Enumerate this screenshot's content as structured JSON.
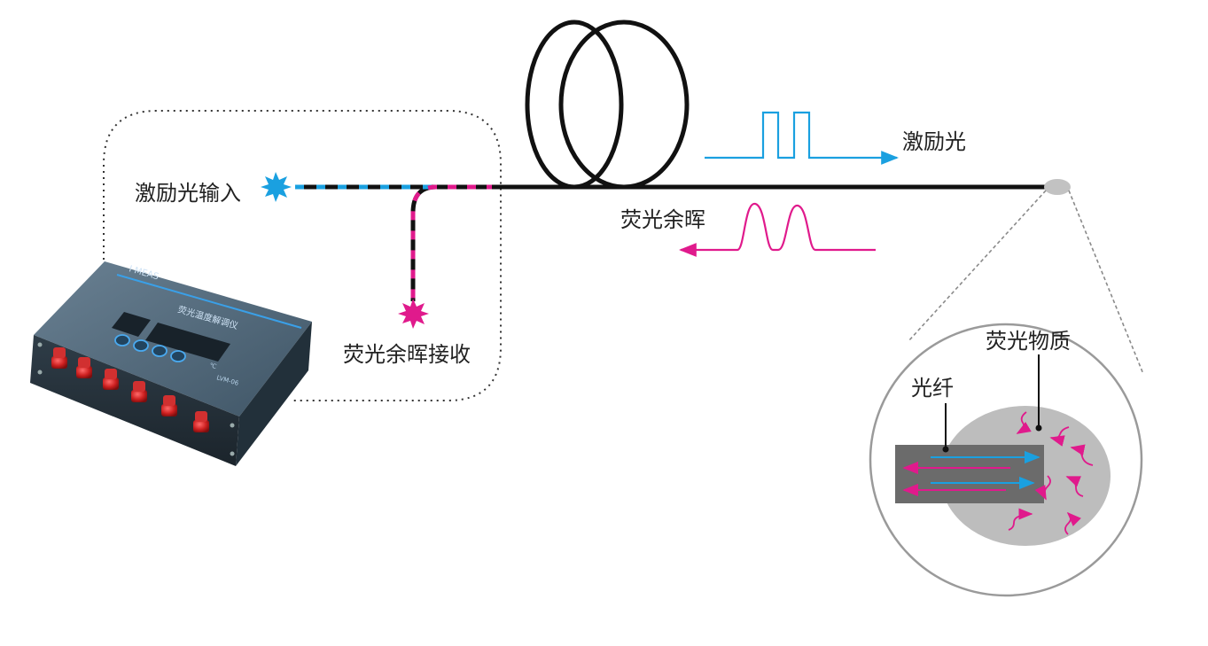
{
  "labels": {
    "excitation_input": "激励光输入",
    "afterglow_receive": "荧光余晖接收",
    "excitation_light": "激励光",
    "afterglow": "荧光余晖",
    "phosphor": "荧光物质",
    "fiber": "光纤"
  },
  "device": {
    "brand": "I MEAS",
    "title": "荧光温度解调仪",
    "model": "LVM-06",
    "unit": "℃",
    "connector_count": 6,
    "button_count": 4
  },
  "colors": {
    "excitation": "#1aa0e0",
    "afterglow": "#e01a8c",
    "fiber": "#111111",
    "device_body": "#3e5566",
    "connector": "#cc1f1f",
    "phosphor_region": "#bdbdbd",
    "fiber_core": "#6e6e6e"
  },
  "icons": {
    "excitation_source": "blue-starburst-icon",
    "afterglow_detector": "magenta-starburst-icon"
  }
}
